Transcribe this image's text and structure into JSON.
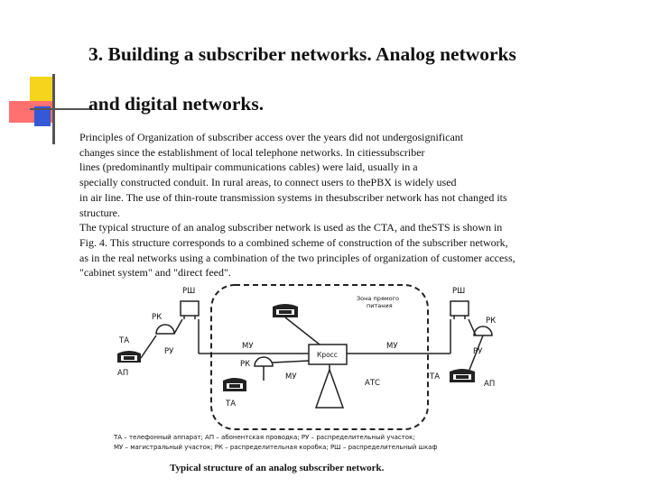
{
  "title": {
    "line1": "3. Building a subscriber networks. Analog networks",
    "line2": "and digital networks."
  },
  "body_lines": [
    " Principles of Organization of subscriber access over the years did not undergosignificant",
    "changes since the establishment of local telephone networks. In citiessubscriber",
    "lines (predominantly multipair communications cables) were laid, usually in a",
    "specially constructed conduit. In rural areas, to connect users to thePBX is widely used",
    "in air line. The use of thin-route transmission systems in thesubscriber network has not changed its",
    "structure.",
    "The typical structure of an analog subscriber network is used as the CTA, and theSTS is shown in",
    "Fig. 4. This structure corresponds to a combined scheme of construction of the subscriber network,",
    "as in the real networks using a combination of the two principles of organization of customer access,",
    "\"cabinet system\" and \"direct feed\"."
  ],
  "diagram": {
    "labels": {
      "rsh_left": "РШ",
      "rsh_right": "РШ",
      "rk_left": "РК",
      "rk_center": "РК",
      "rk_right": "РК",
      "ta_left": "ТА",
      "ta_center": "ТА",
      "ta_right": "ТА",
      "ru_left": "РУ",
      "ru_right": "РУ",
      "ap_left": "АП",
      "ap_right": "АП",
      "mu_left": "МУ",
      "mu_right": "МУ",
      "mu_center": "МУ",
      "zone_line1": "Зона прямого",
      "zone_line2": "питания",
      "cross": "Кросс",
      "ats": "АТС"
    },
    "legend": [
      "ТА – телефонный аппарат; АП – абонентская проводка; РУ – распределительный участок;",
      "МУ – магистральный участок; РК – распределительная коробка; РШ – распределительный шкаф"
    ]
  },
  "caption": "Typical structure of an analog subscriber network."
}
